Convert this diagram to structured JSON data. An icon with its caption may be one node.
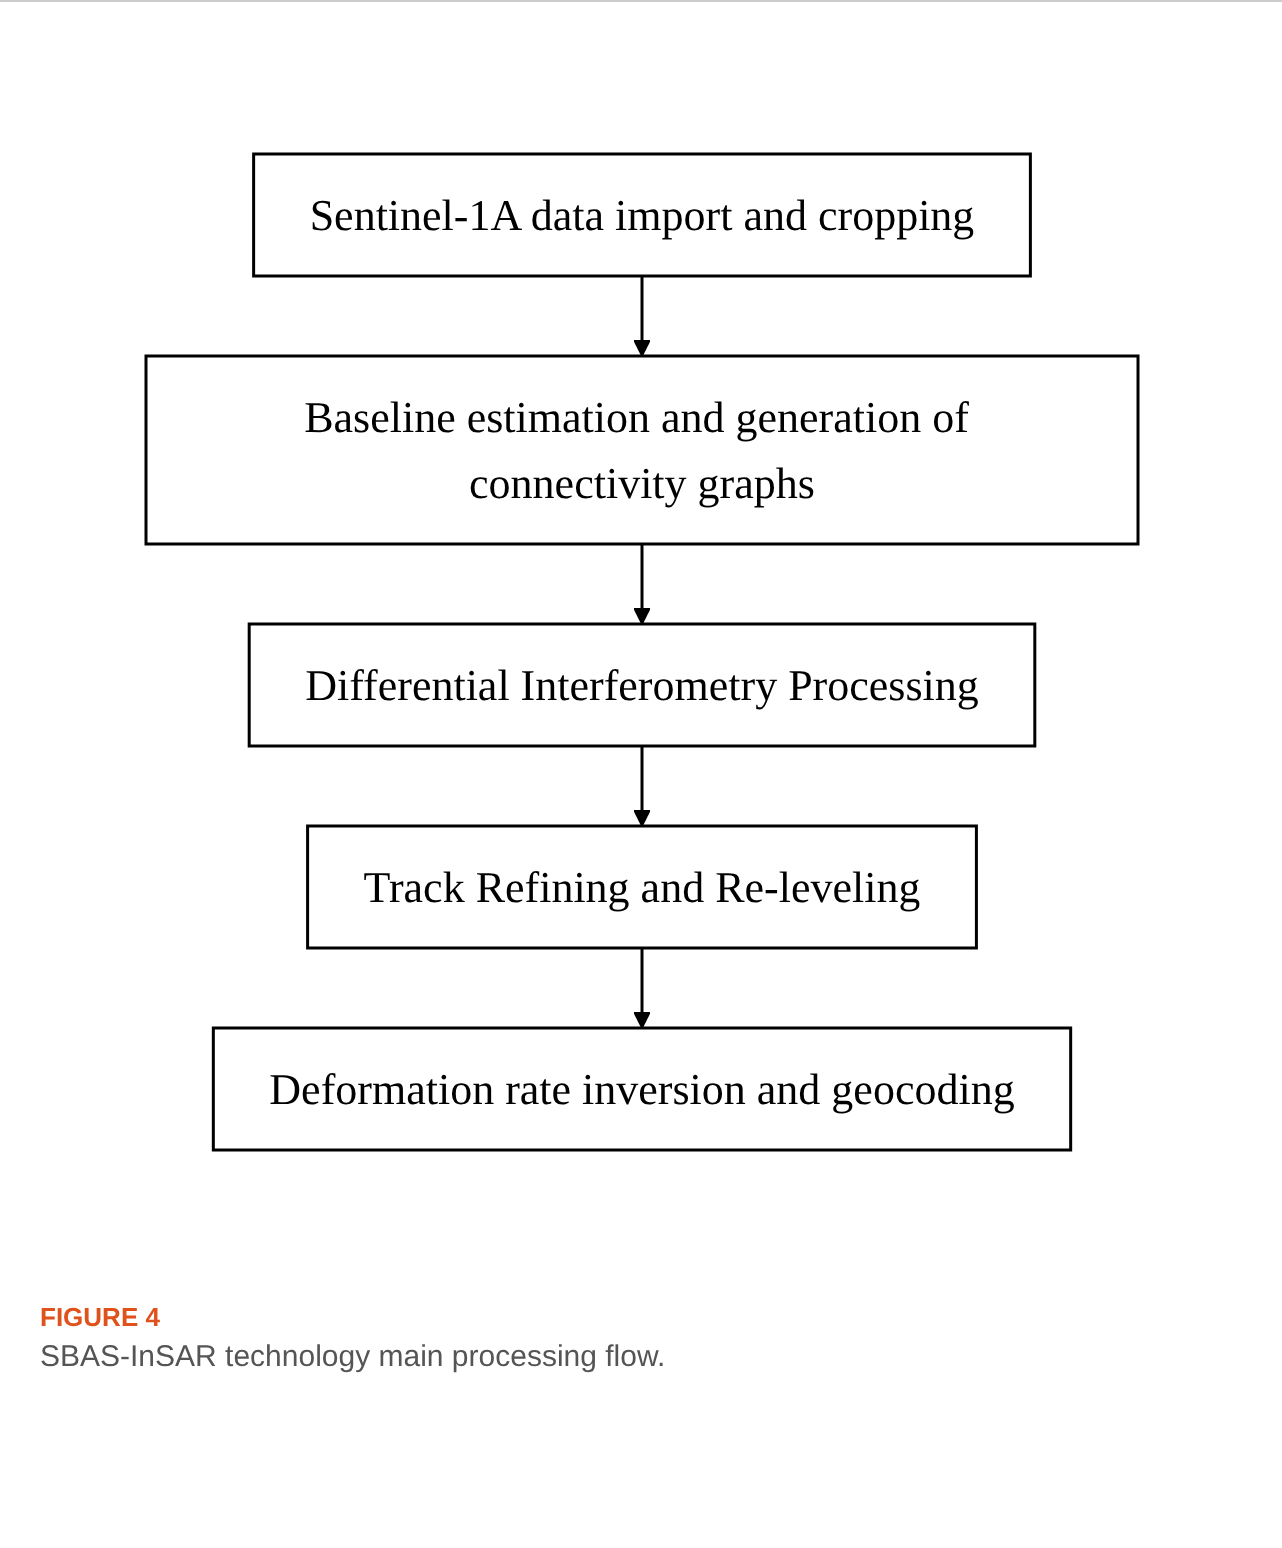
{
  "diagram": {
    "caption": "SBAS-InSAR technology main processing flow.",
    "nodes": [
      {
        "text": [
          "Sentinel-1A data import and cropping"
        ]
      },
      {
        "text": [
          "Baseline estimation and generation of connectivity graphs"
        ]
      },
      {
        "text": [
          "Differential Interferometry Processing"
        ]
      },
      {
        "text": [
          "Track Refining and Re-leveling"
        ]
      },
      {
        "text": [
          "Deformation rate inversion and geocoding"
        ]
      }
    ],
    "edges": [
      {
        "from": 0,
        "to": 1,
        "arrow": "to"
      },
      {
        "from": 1,
        "to": 2,
        "arrow": "to"
      },
      {
        "from": 2,
        "to": 3,
        "arrow": "to"
      },
      {
        "from": 3,
        "to": 4,
        "arrow": "to"
      }
    ],
    "labels": [
      "FIGURE 4"
    ]
  }
}
